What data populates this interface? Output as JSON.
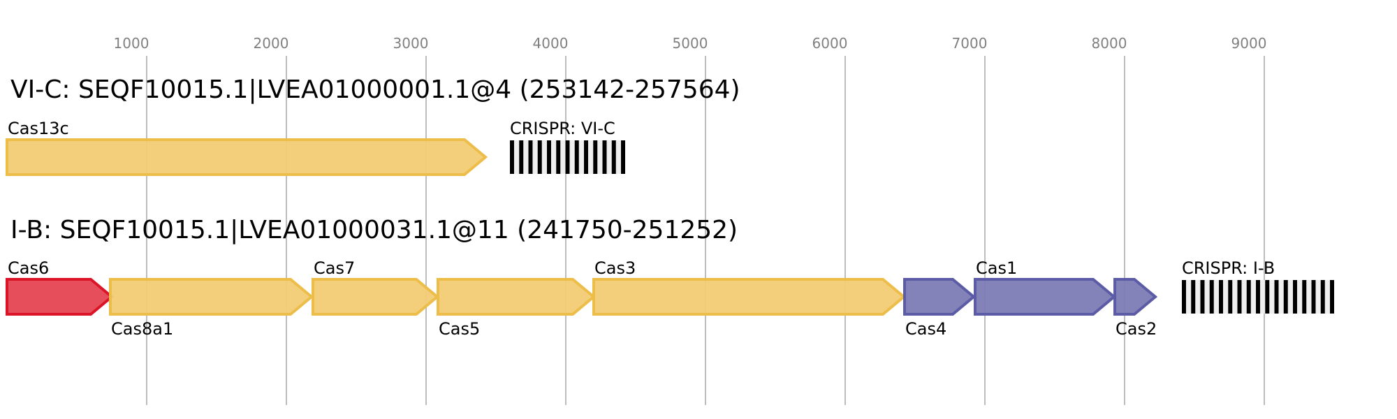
{
  "chart_data": {
    "type": "gene-map",
    "x_unit": "bp",
    "xlim": [
      0,
      10000
    ],
    "ticks": [
      1000,
      2000,
      3000,
      4000,
      5000,
      6000,
      7000,
      8000,
      9000
    ],
    "tick_labels": [
      "1000",
      "2000",
      "3000",
      "4000",
      "5000",
      "6000",
      "7000",
      "8000",
      "9000"
    ],
    "grid": true,
    "colors": {
      "effector": "#F2CC74",
      "effector_stroke": "#EDBD4A",
      "cas6": "#E64553",
      "cas6_stroke": "#DC1428",
      "adaptation": "#7C7CB6",
      "adaptation_stroke": "#5B5BA6",
      "crispr_dark": "#000000",
      "crispr_light": "#EFEFEF",
      "grid": "#BDBDBD",
      "tick_text": "#808080"
    },
    "loci": [
      {
        "title": "VI-C: SEQF10015.1|LVEA01000001.1@4 (253142-257564)",
        "genes": [
          {
            "name": "Cas13c",
            "start": 0,
            "end": 3425,
            "category": "effector",
            "label_pos": "above"
          }
        ],
        "crispr": {
          "label": "CRISPR: VI-C",
          "start": 3600,
          "end": 4425,
          "repeats": 13
        }
      },
      {
        "title": "I-B: SEQF10015.1|LVEA01000031.1@11 (241750-251252)",
        "genes": [
          {
            "name": "Cas6",
            "start": 0,
            "end": 750,
            "category": "cas6",
            "label_pos": "above"
          },
          {
            "name": "Cas8a1",
            "start": 740,
            "end": 2180,
            "category": "effector",
            "label_pos": "below"
          },
          {
            "name": "Cas7",
            "start": 2190,
            "end": 3080,
            "category": "effector",
            "label_pos": "above"
          },
          {
            "name": "Cas5",
            "start": 3085,
            "end": 4200,
            "category": "effector",
            "label_pos": "below"
          },
          {
            "name": "Cas3",
            "start": 4200,
            "end": 6420,
            "category": "effector",
            "label_pos": "above"
          },
          {
            "name": "Cas4",
            "start": 6425,
            "end": 6920,
            "category": "adaptation",
            "label_pos": "below"
          },
          {
            "name": "Cas1",
            "start": 6930,
            "end": 7925,
            "category": "adaptation",
            "label_pos": "above"
          },
          {
            "name": "Cas2",
            "start": 7930,
            "end": 8220,
            "category": "adaptation",
            "label_pos": "below"
          }
        ],
        "crispr": {
          "label": "CRISPR: I-B",
          "start": 8410,
          "end": 9500,
          "repeats": 17
        }
      }
    ]
  }
}
